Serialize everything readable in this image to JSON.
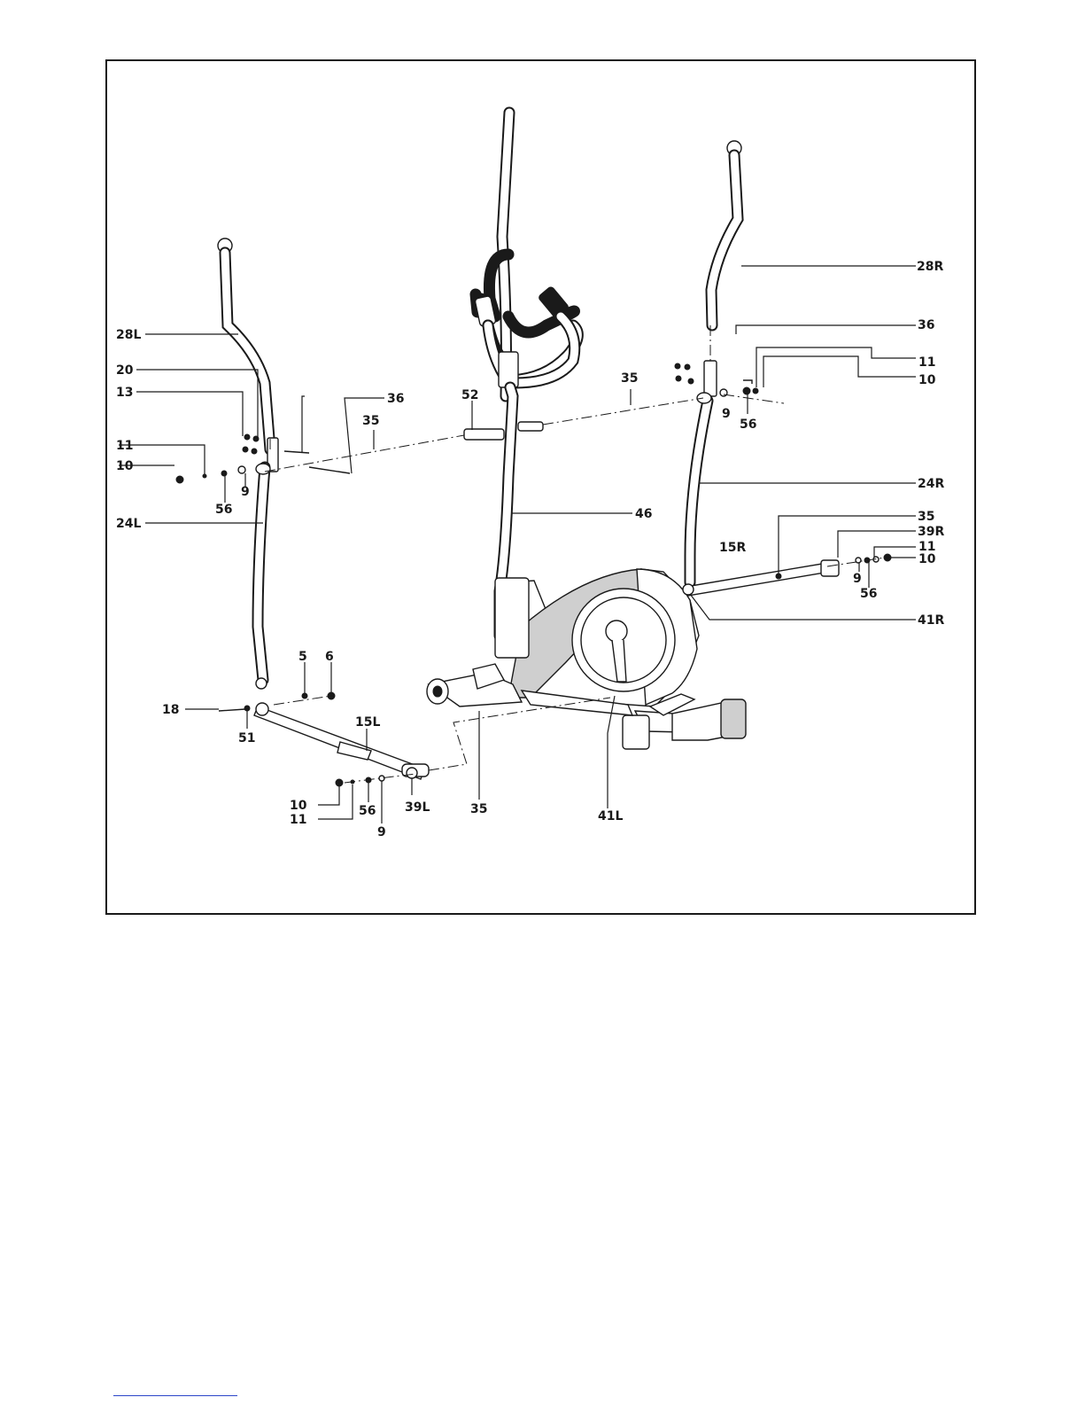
{
  "diagram": {
    "labels": {
      "l28R": "28R",
      "l36R": "36",
      "l11R": "11",
      "l10R": "10",
      "l35top": "35",
      "l9R": "9",
      "l56R": "56",
      "l24R": "24R",
      "l35R2": "35",
      "l39R": "39R",
      "l15R": "15R",
      "l11R2": "11",
      "l10R2": "10",
      "l9R2": "9",
      "l56R2": "56",
      "l41R": "41R",
      "l28L": "28L",
      "l20": "20",
      "l13": "13",
      "l36L": "36",
      "l35L": "35",
      "l52": "52",
      "l11L": "11",
      "l10L": "10",
      "l9L": "9",
      "l56L": "56",
      "l24L": "24L",
      "l46": "46",
      "l5": "5",
      "l6": "6",
      "l18": "18",
      "l51": "51",
      "l15L": "15L",
      "l10L2": "10",
      "l11L2": "11",
      "l56L2": "56",
      "l39L": "39L",
      "l9L2": "9",
      "l35bot": "35",
      "l41L": "41L"
    }
  }
}
